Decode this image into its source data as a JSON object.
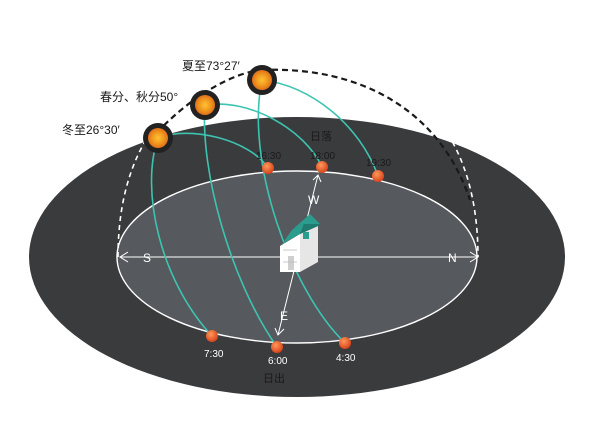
{
  "seasons": {
    "summer_solstice": "夏至73°27′",
    "equinox": "春分、秋分50°",
    "winter_solstice": "冬至26°30′"
  },
  "sunset_label": "日落",
  "sunrise_label": "日出",
  "directions": {
    "south": "S",
    "north": "N",
    "west": "W",
    "east": "E"
  },
  "sunset_times": [
    "16:30",
    "18:00",
    "19:30"
  ],
  "sunrise_times": [
    "7:30",
    "6:00",
    "4:30"
  ],
  "colors": {
    "outer_disc": "#3a3b3d",
    "inner_disc": "#56595d",
    "sun_path": "#3dc4b0",
    "sun_core": "#f4a522",
    "sun_dot": "#e8562a",
    "house_roof": "#2a9d8f"
  }
}
